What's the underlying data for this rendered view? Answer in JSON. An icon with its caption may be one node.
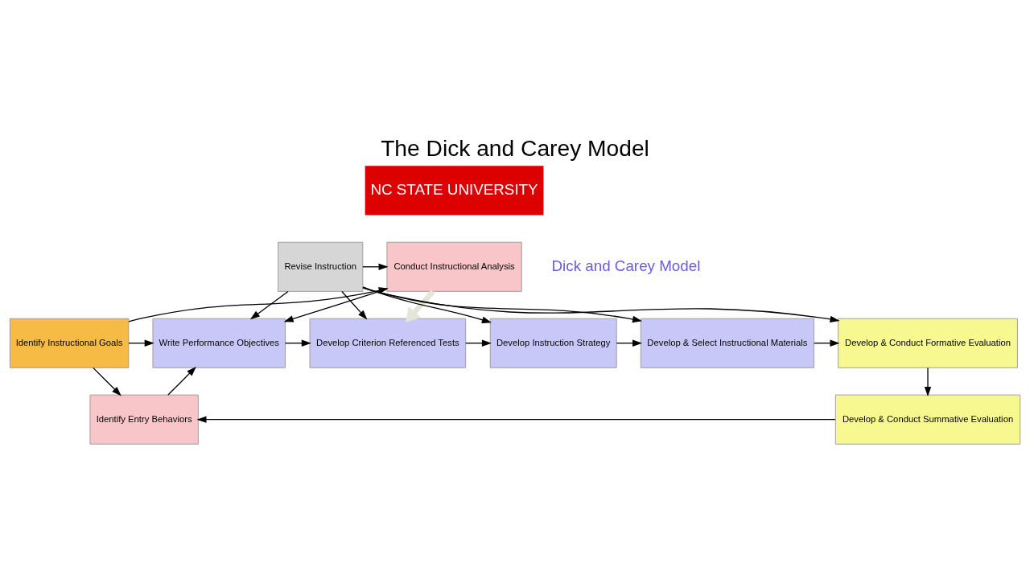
{
  "diagram": {
    "title": "The Dick and Carey Model",
    "nodes": [
      {
        "text": [
          "Conduct Instructional Analysis"
        ]
      },
      {
        "text": [
          "Revise Instruction"
        ]
      },
      {
        "text": [
          "Identify Instructional Goals"
        ]
      },
      {
        "text": [
          "Write Performance Objectives"
        ]
      },
      {
        "text": [
          "Develop Criterion Referenced Tests"
        ]
      },
      {
        "text": [
          "Develop Instruction Strategy"
        ]
      },
      {
        "text": [
          "Develop & Select Instructional Materials"
        ]
      },
      {
        "text": [
          "Develop & Conduct Formative Evaluation"
        ]
      },
      {
        "text": [
          "Identify Entry Behaviors"
        ]
      },
      {
        "text": [
          "Develop & Conduct Summative Evaluation"
        ]
      }
    ],
    "edges": [
      {
        "from": 2,
        "to": 0,
        "arrow": "to"
      },
      {
        "from": 2,
        "to": 8,
        "arrow": "to"
      },
      {
        "from": 1,
        "to": 0,
        "arrow": "to"
      },
      {
        "from": 0,
        "to": 3,
        "arrow": "to"
      },
      {
        "from": 0,
        "to": 4,
        "arrow": "to",
        "style": "thick",
        "color": "#e4e6d8"
      },
      {
        "from": 1,
        "to": 3,
        "arrow": "to"
      },
      {
        "from": 1,
        "to": 4,
        "arrow": "to"
      },
      {
        "from": 1,
        "to": 5,
        "arrow": "to"
      },
      {
        "from": 1,
        "to": 6,
        "arrow": "to"
      },
      {
        "from": 1,
        "to": 7,
        "arrow": "to"
      },
      {
        "from": 2,
        "to": 3,
        "arrow": "to"
      },
      {
        "from": 3,
        "to": 4,
        "arrow": "to"
      },
      {
        "from": 4,
        "to": 5,
        "arrow": "to"
      },
      {
        "from": 5,
        "to": 6,
        "arrow": "to"
      },
      {
        "from": 6,
        "to": 7,
        "arrow": "to"
      },
      {
        "from": 7,
        "to": 9,
        "arrow": "to"
      },
      {
        "from": 9,
        "to": 8,
        "arrow": "to"
      },
      {
        "from": 8,
        "to": 3,
        "arrow": "to"
      }
    ],
    "labels": [
      "NC STATE UNIVERSITY",
      "Dick and Carey Model"
    ]
  }
}
